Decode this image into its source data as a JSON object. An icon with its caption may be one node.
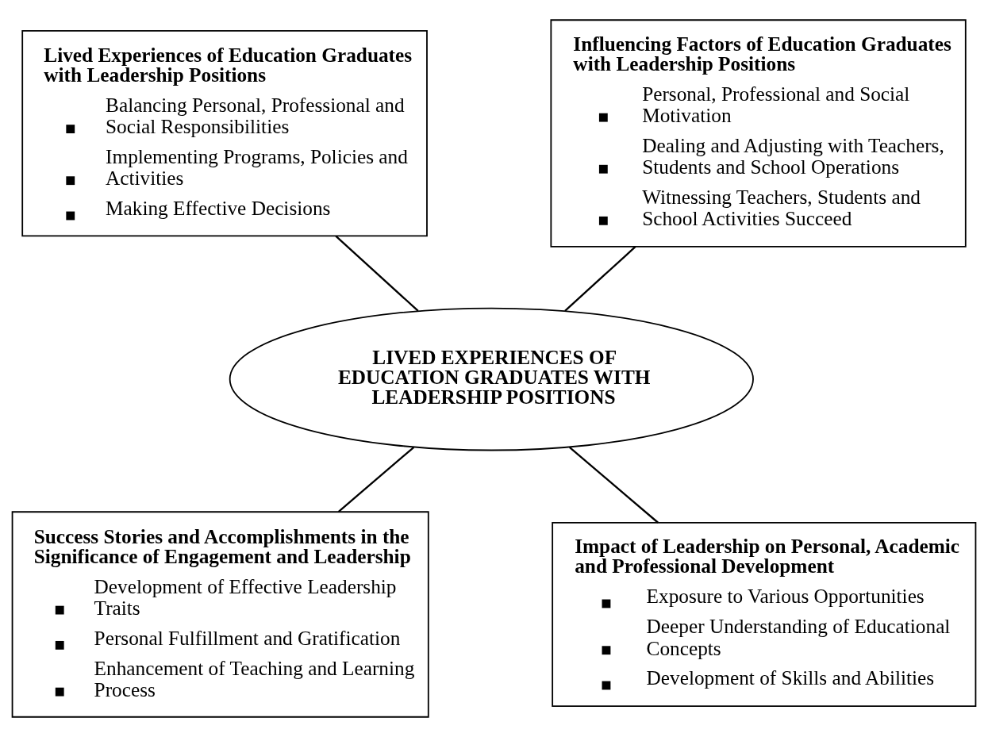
{
  "diagram": {
    "nodes": [
      {
        "text": [
          "Lived Experiences of Education Graduates with Leadership Positions",
          "Balancing Personal, Professional and Social Responsibilities",
          "Implementing Programs, Policies and Activities",
          "Making Effective Decisions"
        ]
      },
      {
        "text": [
          "Influencing Factors of Education Graduates with Leadership Positions",
          "Personal, Professional and Social Motivation",
          "Dealing and Adjusting with Teachers, Students and School Operations",
          "Witnessing Teachers, Students and School Activities Succeed"
        ]
      },
      {
        "text": [
          "LIVED EXPERIENCES OF EDUCATION GRADUATES WITH LEADERSHIP POSITIONS"
        ]
      },
      {
        "text": [
          "Success Stories and Accomplishments in the Significance of Engagement and Leadership",
          "Development of Effective Leadership Traits",
          "Personal Fulfillment and Gratification",
          "Enhancement of Teaching and Learning Process"
        ]
      },
      {
        "text": [
          "Impact of Leadership on Personal, Academic and Professional Development",
          "Exposure to Various Opportunities",
          "Deeper Understanding of Educational Concepts",
          "Development of Skills and Abilities"
        ]
      }
    ],
    "edges": [
      {
        "from": 0,
        "to": 2,
        "arrow": "none"
      },
      {
        "from": 1,
        "to": 2,
        "arrow": "none"
      },
      {
        "from": 2,
        "to": 3,
        "arrow": "none"
      },
      {
        "from": 2,
        "to": 4,
        "arrow": "none"
      }
    ]
  }
}
